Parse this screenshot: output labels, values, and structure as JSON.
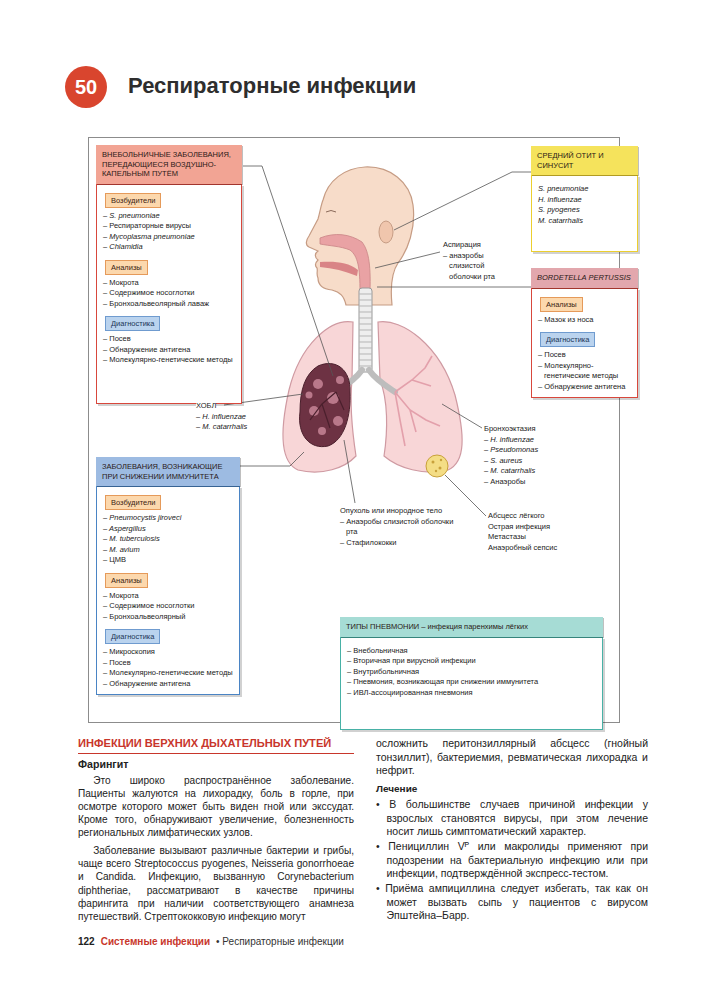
{
  "diagram": {
    "title": "Респираторные инфекции",
    "nodes": [
      {
        "text": [
          "ВНЕБОЛЬНИЧНЫЕ ЗАБОЛЕВАНИЯ, ПЕРЕДАЮЩИЕСЯ ВОЗДУШНО-КАПЕЛЬНЫМ ПУТЁМ",
          "– S. pneumoniae",
          "– Респираторные вирусы",
          "– Mycoplasma pneumoniae",
          "– Chlamidia",
          "– Мокрота",
          "– Содержимое носоглотки",
          "– Бронхоальвеолярный лаваж",
          "– Посев",
          "– Обнаружение антигена",
          "– Молекулярно-генетические методы"
        ]
      },
      {
        "text": [
          "Возбудители"
        ],
        "in": 0
      },
      {
        "text": [
          "Анализы"
        ],
        "in": 0
      },
      {
        "text": [
          "Диагностика"
        ],
        "in": 0
      },
      {
        "text": [
          "СРЕДНИЙ ОТИТ И СИНУСИТ",
          "S. pneumoniae",
          "H. influenzae",
          "S. pyogenes",
          "M. catarrhalis"
        ]
      },
      {
        "text": [
          "BORDETELLA PERTUSSIS",
          "– Мазок из носа",
          "– Посев",
          "– Молекулярно-генетические методы",
          "– Обнаружение антигена"
        ]
      },
      {
        "text": [
          "Анализы"
        ],
        "in": 5
      },
      {
        "text": [
          "Диагностика"
        ],
        "in": 5
      },
      {
        "text": [
          "ЗАБОЛЕВАНИЯ, ВОЗНИКАЮЩИЕ ПРИ СНИЖЕНИИ ИММУНИТЕТА",
          "– Pneumocystis jiroveci",
          "– Aspergillus",
          "– M. tuberculosis",
          "– M. avium",
          "– ЦМВ",
          "– Мокрота",
          "– Содержимое носоглотки",
          "– Бронхоальвеолярный",
          "– Микроскопия",
          "– Посев",
          "– Молекулярно-генетические методы",
          "– Обнаружение антигена"
        ]
      },
      {
        "text": [
          "Возбудители"
        ],
        "in": 8
      },
      {
        "text": [
          "Анализы"
        ],
        "in": 8
      },
      {
        "text": [
          "Диагностика"
        ],
        "in": 8
      },
      {
        "text": [
          "ТИПЫ ПНЕВМОНИИ – инфекция паренхимы лёгких",
          "– Внебольничная",
          "– Вторичная при вирусной инфекции",
          "– Внутрибольничная",
          "– Пневмония, возникающая при снижении иммунитета",
          "– ИВЛ-ассоциированная пневмония"
        ]
      }
    ],
    "labels": [
      "50",
      "Аспирация",
      "– анаэробы слизистой оболочки рта",
      "ХОБЛ",
      "– H. influenzae",
      "– M. catarrhalis",
      "Бронхоэктазия",
      "– H. influenzae",
      "– Pseudomonas",
      "– S. aureus",
      "– M. catarrhalis",
      "– Анаэробы",
      "Опухоль или инородное тело",
      "– Анаэробы слизистой оболочки рта",
      "– Стафилококки",
      "Абсцесс лёгкого",
      "Острая инфекция",
      "Метастазы",
      "Анаэробный сепсис",
      "ИНФЕКЦИИ ВЕРХНИХ ДЫХАТЕЛЬНЫХ ПУТЕЙ",
      "Фарингит",
      "Это широко распространённое заболевание. Пациенты жалуются на лихорадку, боль в горле, при осмотре которого может быть виден гной или экссудат. Кроме того, обнаруживают увеличение, болезненность региональных лимфатических узлов.",
      "Заболевание вызывают различные бактерии и грибы, чаще всего Streptococcus pyogenes, Neisseria gonorrhoeae и Candida. Инфекцию, вызванную Corynebacterium diphtheriae, рассматривают в качестве причины фарингита при наличии соответствующего анамнеза путешествий. Стрептококковую инфекцию могут",
      "осложнить перитонзиллярный абсцесс (гнойный тонзиллит), бактериемия, ревматическая лихорадка и нефрит.",
      "Лечение",
      "• В большинстве случаев причиной инфекции у взрослых становятся вирусы, при этом лечение носит лишь симптоматический характер.",
      "• Пенициллин Vᴾ или макролиды применяют при подозрении на бактериальную инфекцию или при инфекции, подтверждённой экспресс-тестом.",
      "• Приёма ампициллина следует избегать, так как он может вызвать сыпь у пациентов с вирусом Эпштейна–Барр.",
      "122",
      "Системные инфекции",
      "• Респираторные инфекции"
    ]
  }
}
